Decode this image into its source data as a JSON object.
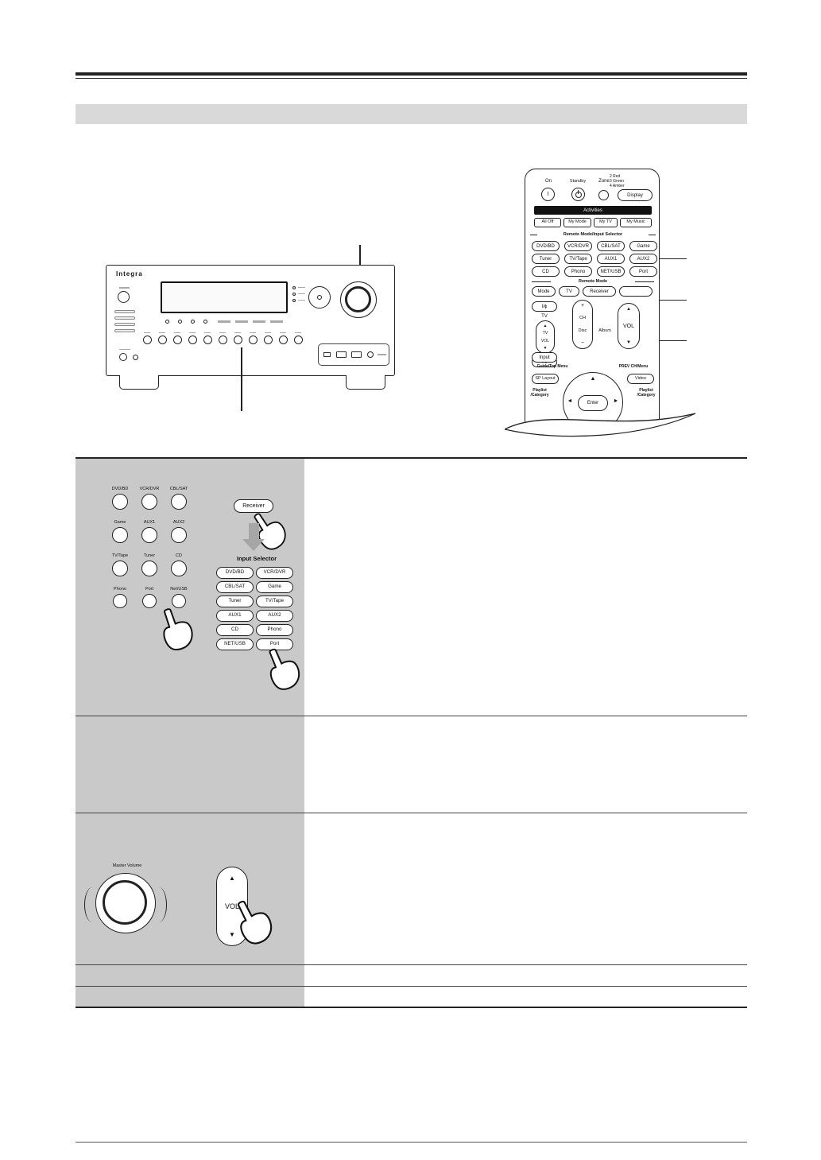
{
  "receiver_front": {
    "brand": "Integra"
  },
  "remote": {
    "top": {
      "on": "On",
      "on_glyph": "I",
      "standby": "Standby",
      "zone": "Zone",
      "legend": [
        "2 Red",
        "3 Green",
        "4 Amber"
      ],
      "display": "Display"
    },
    "activities_header": "Activities",
    "activities": [
      "All Off",
      "My Mode",
      "My TV",
      "My Music"
    ],
    "selector_header": "Remote Mode/Input Selector",
    "selector": [
      "DVD/BD",
      "VCR/DVR",
      "CBL/SAT",
      "Game",
      "Tuner",
      "TV/Tape",
      "AUX1",
      "AUX2",
      "CD",
      "Phono",
      "NET/USB",
      "Port"
    ],
    "mode_header": "Remote Mode",
    "modes": [
      "Mode",
      "TV",
      "Receiver"
    ],
    "zone_power": "I/ϕ",
    "tv_label": "TV",
    "tv_vol": {
      "up": "▲",
      "line1": "TV",
      "line2": "VOL",
      "down": "▼"
    },
    "ch": {
      "plus": "+",
      "line1": "CH",
      "line2": "Disc",
      "minus": "−",
      "album": "Album"
    },
    "vol": {
      "up": "▲",
      "label": "VOL",
      "down": "▼"
    },
    "guide": "Guide/Top Menu",
    "prev": "PREV CH/Menu",
    "sp_layout": "SP Layout",
    "video": "Video",
    "playlist_left": "Playlist /Category",
    "playlist_right": "Playlist /Category",
    "enter": "Enter",
    "dpad": {
      "up": "▲",
      "left": "◄",
      "right": "►"
    }
  },
  "table": {
    "row1": {
      "panel_buttons": [
        "DVD/BD",
        "VCR/DVR",
        "CBL/SAT",
        "Game",
        "AUX1",
        "AUX2",
        "TV/Tape",
        "Tuner",
        "CD",
        "Phono",
        "Port",
        "Net/USB"
      ],
      "receiver_button": "Receiver",
      "input_selector_title": "Input Selector",
      "selector_buttons": [
        "DVD/BD",
        "VCR/DVR",
        "CBL/SAT",
        "Game",
        "Tuner",
        "TV/Tape",
        "AUX1",
        "AUX2",
        "CD",
        "Phono",
        "NET/USB",
        "Port"
      ]
    },
    "row3": {
      "master_volume": "Master Volume",
      "vol": {
        "up": "▲",
        "label": "VOL",
        "down": "▼"
      }
    }
  }
}
